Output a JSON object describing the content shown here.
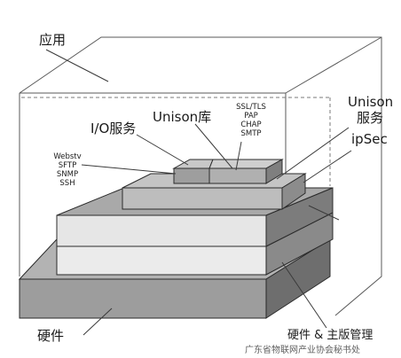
{
  "labels": {
    "application": "应用",
    "hardware": "硬件",
    "hardware_os": "硬件 & 主版管理",
    "io_service": "I/O服务",
    "unison_lib": "Unison库",
    "unison_service_line1": "Unison",
    "unison_service_line2": "服务",
    "ipsec": "ipSec"
  },
  "protocol_list_right": [
    "SSL/TLS",
    "PAP",
    "CHAP",
    "SMTP"
  ],
  "protocol_list_left": [
    "Webstv",
    "SFTP",
    "SNMP",
    "SSH"
  ],
  "watermark": "广东省物联网产业协会秘书处",
  "colors": {
    "dark_gray": "#8c8c8c",
    "medium_gray": "#a6a6a6",
    "light_gray": "#e8e8e8",
    "outline": "#2b2b2b",
    "dash": "#7a7a7a"
  }
}
